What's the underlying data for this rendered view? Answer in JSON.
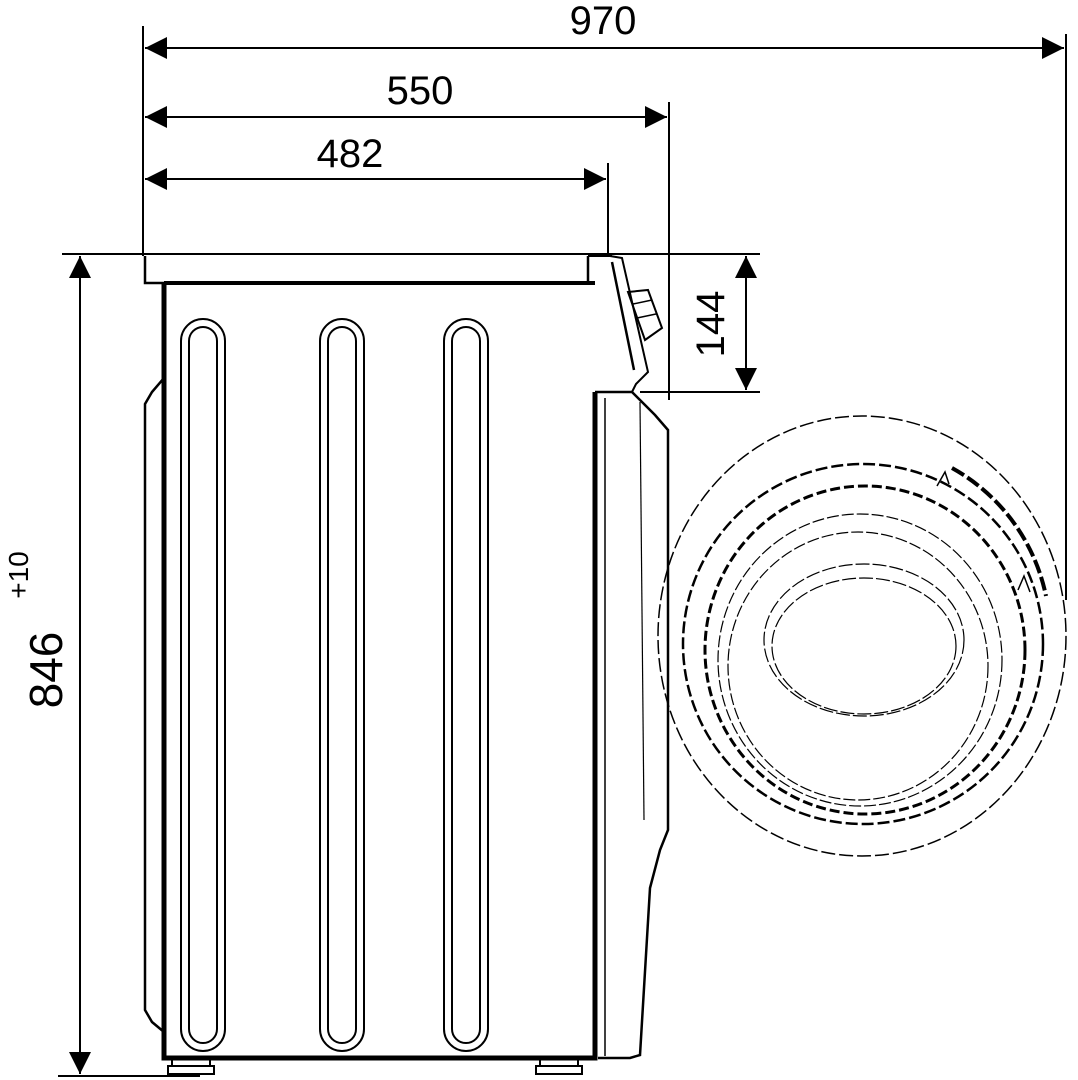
{
  "diagram": {
    "type": "technical dimension drawing",
    "subject": "front-loading washing machine, side view with door-opening arc",
    "units": "mm",
    "colors": {
      "line": "#000000",
      "background": "#ffffff"
    }
  },
  "dimensions": {
    "total_depth_door_open": {
      "value": "970"
    },
    "depth_overall": {
      "value": "550"
    },
    "depth_body": {
      "value": "482"
    },
    "control_panel_height": {
      "value": "144"
    },
    "height": {
      "value": "846",
      "tolerance": "+10"
    }
  }
}
